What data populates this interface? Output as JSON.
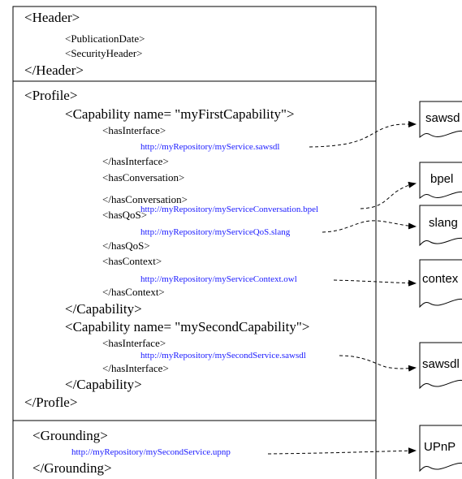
{
  "header": {
    "open": "<Header>",
    "items": [
      "<PublicationDate>",
      "<SecurityHeader>"
    ],
    "close": "</Header>"
  },
  "profile": {
    "open": "<Profile>",
    "cap1_open": "<Capability name= \"myFirstCapability\">",
    "has_interface_open": "<hasInterface>",
    "url_sawsdl": "http://myRepository/myService.sawsdl",
    "has_interface_close": "</hasInterface>",
    "has_conversation_open": "<hasConversation>",
    "url_bpel": "http://myRepository/myServiceConversation.bpel",
    "has_conversation_close": "</hasConversation>",
    "has_qos_open": "<hasQoS>",
    "url_slang": "http://myRepository/myServiceQoS.slang",
    "has_qos_close": "</hasQoS>",
    "has_context_open": "<hasContext>",
    "url_owl": "http://myRepository/myServiceContext.owl",
    "has_context_close": "</hasContext>",
    "cap_close": "</Capability>",
    "cap2_open": "<Capability name= \"mySecondCapability\">",
    "has_interface2_open": "<hasInterface>",
    "url_sawsdl2": "http://myRepository/mySecondService.sawsdl",
    "has_interface2_close": "</hasInterface>",
    "cap2_close": "</Capability>",
    "close": "</Profle>"
  },
  "grounding": {
    "open": "<Grounding>",
    "url_upnp": "http://myRepository/mySecondService.upnp",
    "close": "</Grounding>"
  },
  "documents": [
    "sawsd",
    "bpel",
    "slang",
    "contex",
    "sawsdl",
    "UPnP"
  ],
  "colors": {
    "link": "#1a1aff",
    "text": "#000000",
    "line": "#000000"
  }
}
